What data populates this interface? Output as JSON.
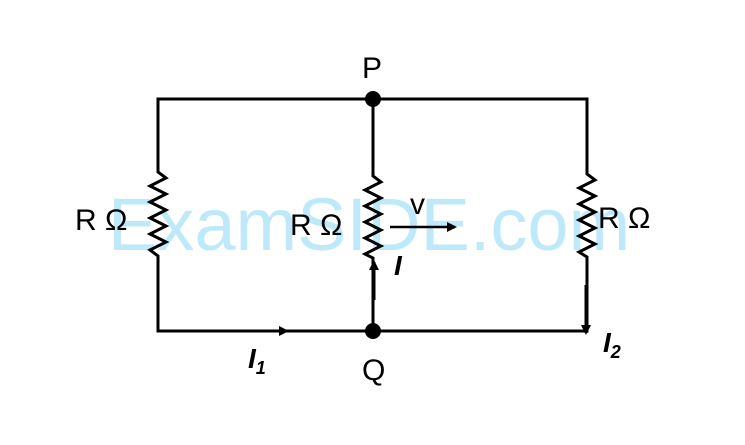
{
  "nodes": {
    "top": "P",
    "bottom": "Q"
  },
  "resistors": [
    {
      "id": "left",
      "label": "R Ω"
    },
    {
      "id": "middle",
      "label": "R Ω"
    },
    {
      "id": "right",
      "label": "R Ω"
    }
  ],
  "currents": {
    "middle": "I",
    "bottom": {
      "symbol": "I",
      "subscript": "1"
    },
    "right": {
      "symbol": "I",
      "subscript": "2"
    }
  },
  "velocity_label": "v",
  "watermark": "ExamSIDE.com",
  "colors": {
    "wire": "#000000",
    "watermark": "#6fd0f5"
  }
}
